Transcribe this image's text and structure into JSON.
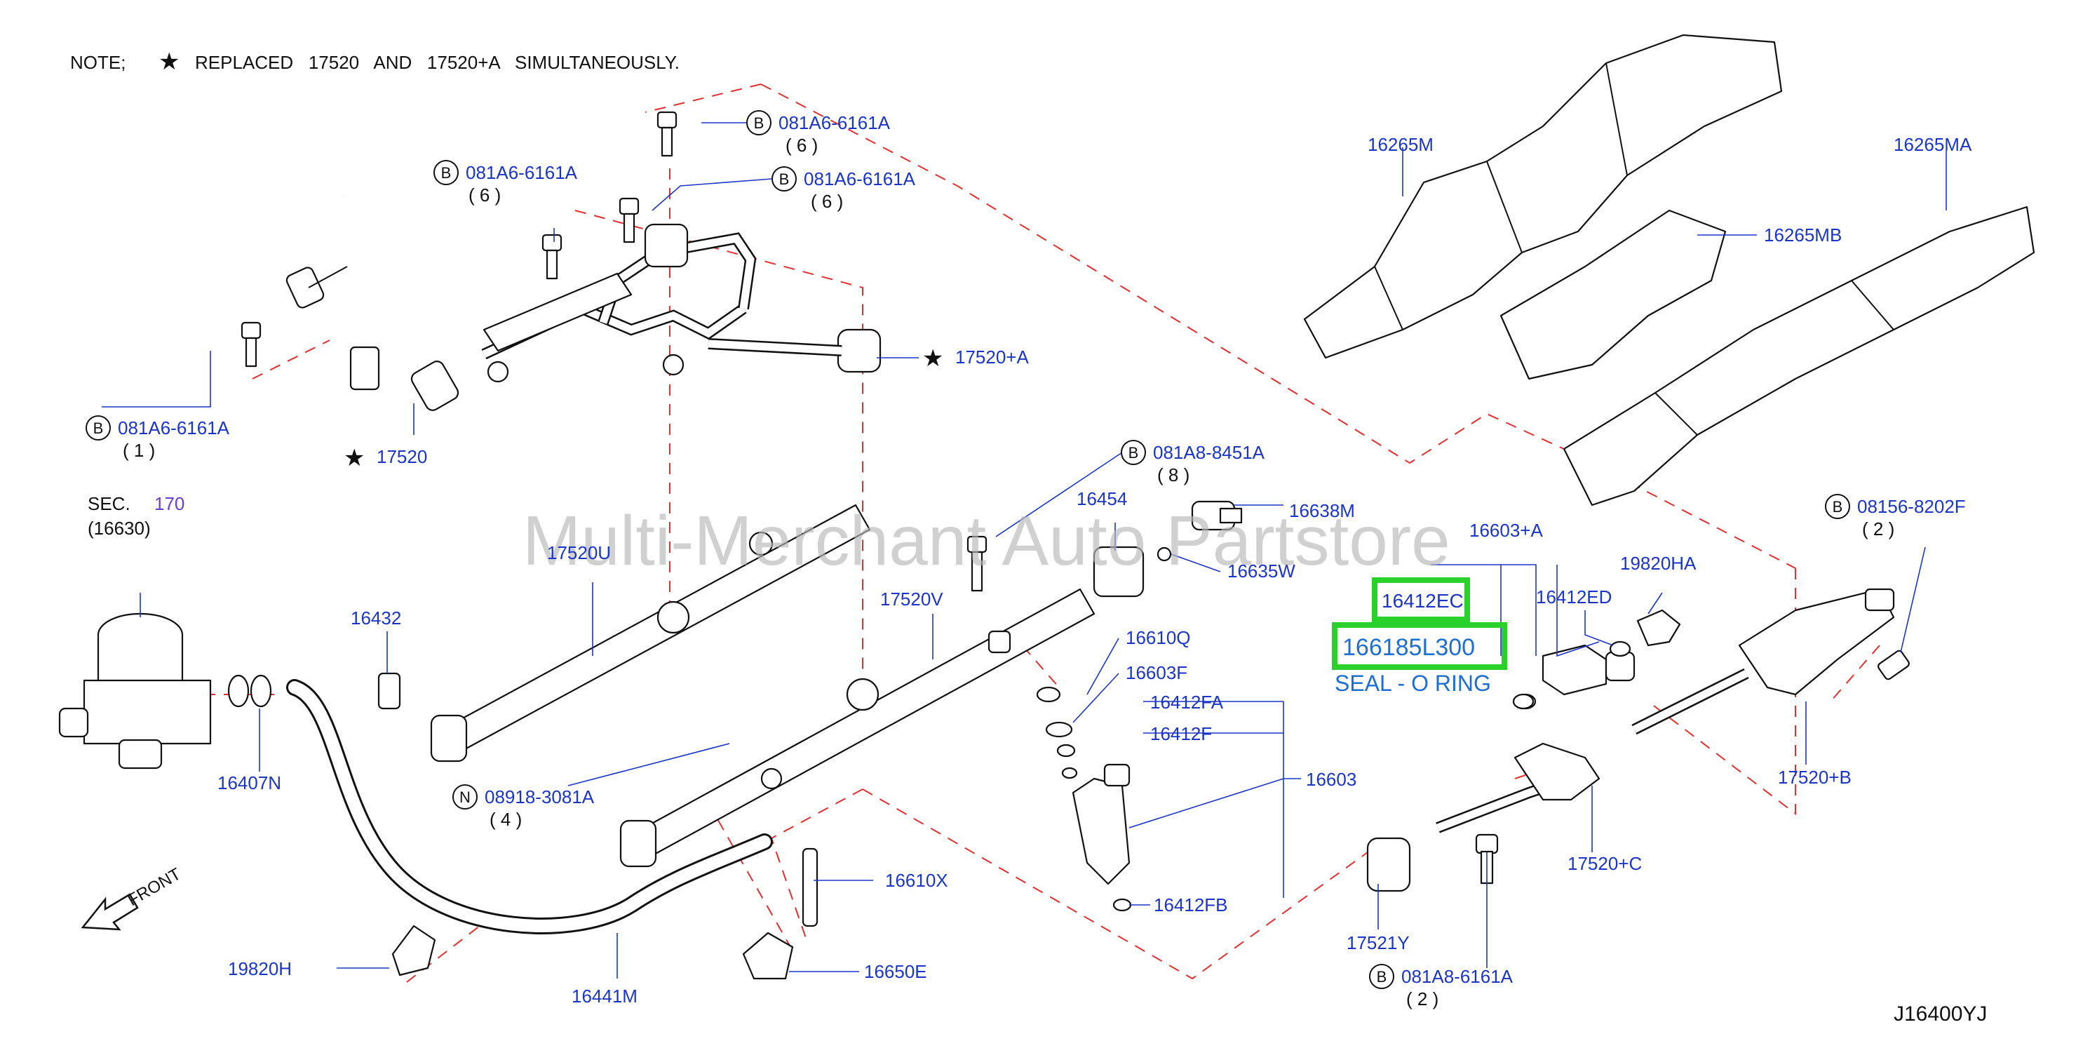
{
  "note": {
    "prefix": "NOTE;",
    "text": "REPLACED   17520   AND   17520+A   SIMULTANEOUSLY."
  },
  "diagram_code": "J16400YJ",
  "watermark": "Multi-Merchant Auto Partstore",
  "section": {
    "label": "SEC.",
    "number": "170",
    "ref": "(16630)"
  },
  "front_label": "FRONT",
  "highlight": {
    "part": "16412EC",
    "partnumber": "166185L300",
    "description": "SEAL - O RING"
  },
  "bolt_refs": [
    {
      "letter": "B",
      "code": "081A6-6161A",
      "qty": "( 6 )"
    },
    {
      "letter": "B",
      "code": "081A6-6161A",
      "qty": "( 6 )"
    },
    {
      "letter": "B",
      "code": "081A6-6161A",
      "qty": "( 6 )"
    },
    {
      "letter": "B",
      "code": "081A6-6161A",
      "qty": "( 1 )"
    },
    {
      "letter": "B",
      "code": "081A8-8451A",
      "qty": "( 8 )"
    },
    {
      "letter": "B",
      "code": "08156-8202F",
      "qty": "( 2 )"
    },
    {
      "letter": "N",
      "code": "08918-3081A",
      "qty": "( 4 )"
    },
    {
      "letter": "B",
      "code": "081A8-6161A",
      "qty": "( 2 )"
    }
  ],
  "parts": [
    "17520",
    "17520+A",
    "16265M",
    "16265MA",
    "16265MB",
    "16638M",
    "16454",
    "16635W",
    "17520U",
    "17520V",
    "16603+A",
    "19820HA",
    "16412ED",
    "16610Q",
    "16603F",
    "16412FA",
    "16412F",
    "16603",
    "16412FB",
    "16432",
    "16407N",
    "16610X",
    "16650E",
    "19820H",
    "16441M",
    "17521Y",
    "17520+C",
    "17520+B"
  ],
  "colors": {
    "label": "#1a35c8",
    "dash": "#e23030",
    "highlight": "#2bd12b",
    "watermark": "#b8b8b8"
  }
}
